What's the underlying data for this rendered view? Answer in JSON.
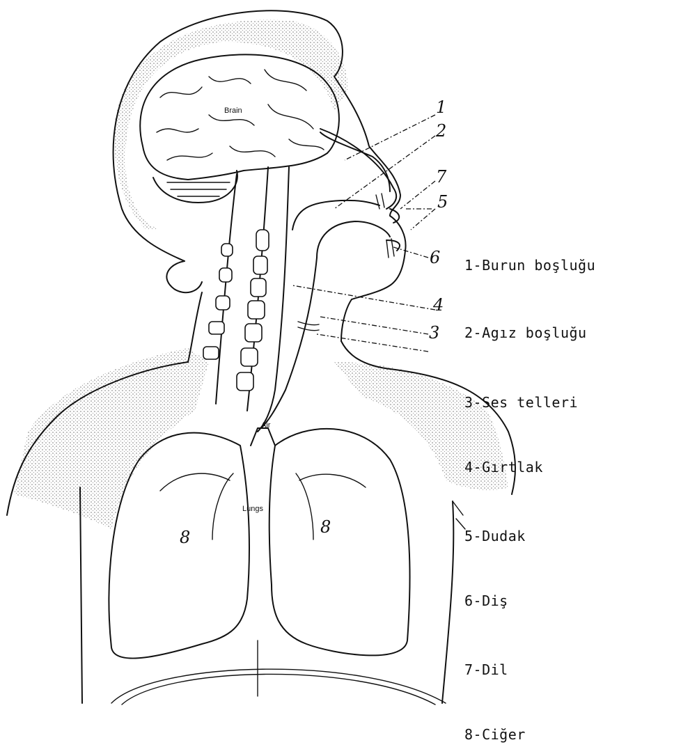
{
  "figure": {
    "labels": {
      "brain": "Brain",
      "air": "Air",
      "lungs": "Lungs"
    },
    "markers": [
      "1",
      "2",
      "7",
      "5",
      "6",
      "4",
      "3",
      "8",
      "8"
    ]
  },
  "legend": {
    "items": [
      "1-Burun boşluğu",
      "2-Agız boşluğu",
      "3-Ses telleri",
      "4-Gırtlak",
      "5-Dudak",
      "6-Diş",
      "7-Dil",
      "8-Ciğer"
    ]
  }
}
